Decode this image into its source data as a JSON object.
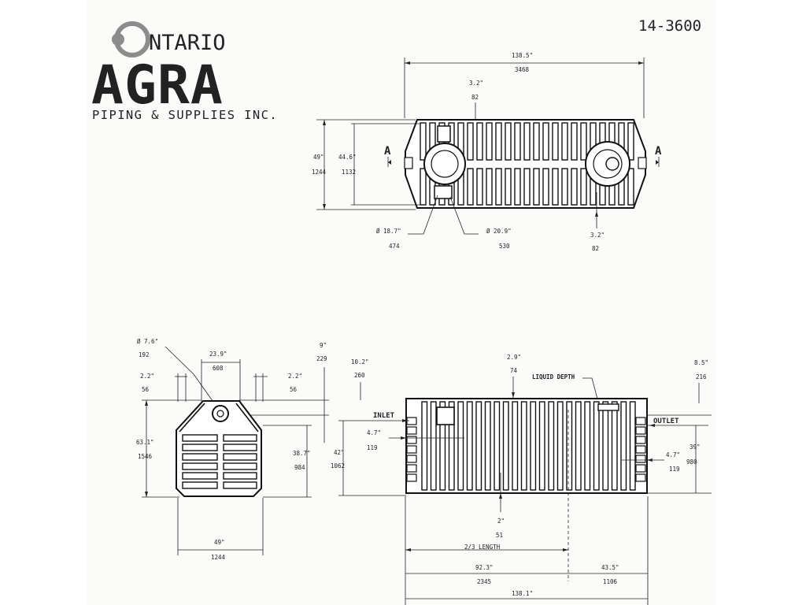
{
  "logo": {
    "top_text": "NTARIO",
    "brand": "AGRA",
    "subtitle": "PIPING & SUPPLIES INC.",
    "brand_color": "#1f6fae",
    "gray_color": "#8c8c8c"
  },
  "part_number": {
    "text": "14-3600",
    "color": "#c0282d"
  },
  "top_view": {
    "overall_length_in": "138.5\"",
    "overall_length_mm": "3468",
    "top_offset_in": "3.2\"",
    "top_offset_mm": "82",
    "height_in": "49\"",
    "height_mm": "1244",
    "inner_height_in": "44.6\"",
    "inner_height_mm": "1132",
    "section_mark_left": "A",
    "section_mark_right": "A",
    "left_opening_dia_in": "Ø 18.7\"",
    "left_opening_dia_mm": "474",
    "right_opening_dia_in": "Ø 20.9\"",
    "right_opening_dia_mm": "530",
    "bottom_offset_in": "3.2\"",
    "bottom_offset_mm": "82"
  },
  "end_view": {
    "pipe_dia_in": "Ø 7.6\"",
    "pipe_dia_mm": "192",
    "top_width_in": "23.9\"",
    "top_width_mm": "608",
    "left_inset_in": "2.2\"",
    "left_inset_mm": "56",
    "right_inset_in": "2.2\"",
    "right_inset_mm": "56",
    "top_height_in": "9\"",
    "top_height_mm": "229",
    "overall_height_in": "63.1\"",
    "overall_height_mm": "1546",
    "body_height_in": "38.7\"",
    "body_height_mm": "984",
    "base_width_in": "49\"",
    "base_width_mm": "1244"
  },
  "side_view": {
    "inlet_label": "INLET",
    "outlet_label": "OUTLET",
    "liquid_depth_label": "LIQUID DEPTH",
    "inlet_top_in": "10.2\"",
    "inlet_top_mm": "260",
    "top_rib_in": "2.9\"",
    "top_rib_mm": "74",
    "outlet_top_in": "8.5\"",
    "outlet_top_mm": "216",
    "inlet_drop_in": "4.7\"",
    "inlet_drop_mm": "119",
    "inlet_height_in": "42\"",
    "inlet_height_mm": "1062",
    "outlet_height_in": "39\"",
    "outlet_height_mm": "980",
    "outlet_drop_in": "4.7\"",
    "outlet_drop_mm": "119",
    "bottom_in": "2\"",
    "bottom_mm": "51",
    "two_thirds_label": "2/3 LENGTH",
    "first_chamber_in": "92.3\"",
    "first_chamber_mm": "2345",
    "second_chamber_in": "43.5\"",
    "second_chamber_mm": "1106",
    "overall_length_in": "138.1\""
  }
}
